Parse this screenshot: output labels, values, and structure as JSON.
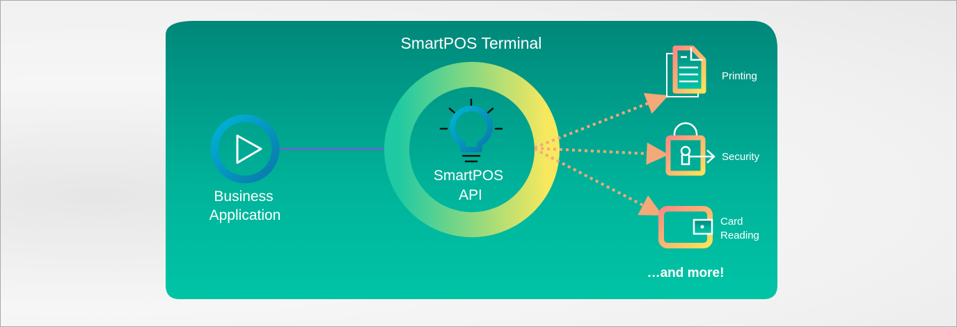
{
  "title": "SmartPOS Terminal",
  "business_app": {
    "line1": "Business",
    "line2": "Application",
    "icon": "play-icon"
  },
  "api": {
    "line1": "SmartPOS",
    "line2": "API",
    "icon": "lightbulb-icon"
  },
  "features": [
    {
      "label": "Printing",
      "icon": "document-icon"
    },
    {
      "label": "Security",
      "icon": "lock-icon"
    },
    {
      "label_line1": "Card",
      "label_line2": "Reading",
      "icon": "wallet-icon"
    }
  ],
  "more": "…and more!",
  "colors": {
    "panel_top": "#00877a",
    "panel_bottom": "#00c4a6",
    "arrow": "#5a6fc4",
    "dots": "#f5a878",
    "ring_start": "#1ec9a3",
    "ring_end": "#f8e85e"
  }
}
